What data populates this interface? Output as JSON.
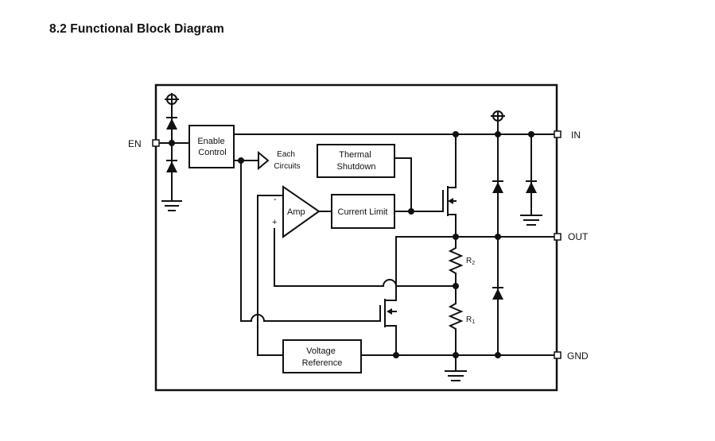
{
  "section_title": "8.2  Functional Block Diagram",
  "pins": {
    "en": "EN",
    "in": "IN",
    "out": "OUT",
    "gnd": "GND"
  },
  "blocks": {
    "enable_control": [
      "Enable",
      "Control"
    ],
    "each_circuits": [
      "Each",
      "Circuits"
    ],
    "thermal_shutdown": [
      "Thermal",
      "Shutdown"
    ],
    "amp": "Amp",
    "amp_minus": "-",
    "amp_plus": "+",
    "current_limit": "Current Limit",
    "voltage_reference": [
      "Voltage",
      "Reference"
    ]
  },
  "resistors": {
    "r2": "R",
    "r2_sub": "2",
    "r1": "R",
    "r1_sub": "1"
  }
}
